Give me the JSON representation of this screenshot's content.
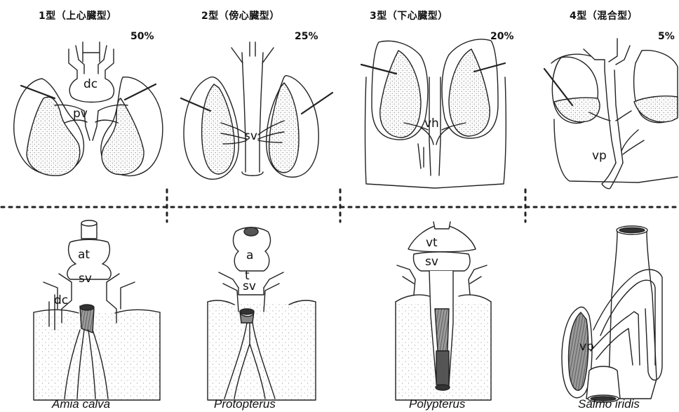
{
  "panels": [
    {
      "title": "1型（上心臓型）",
      "percent": "50%",
      "upper_labels": [
        "dc",
        "pv"
      ],
      "lower_labels": [
        "at",
        "sv",
        "dc"
      ],
      "species": "Amia calva"
    },
    {
      "title": "2型（傍心臓型）",
      "percent": "25%",
      "upper_labels": [
        "sv"
      ],
      "lower_labels": [
        "a",
        "t",
        "sv"
      ],
      "species": "Protopterus"
    },
    {
      "title": "3型（下心臓型）",
      "percent": "20%",
      "upper_labels": [
        "vh"
      ],
      "lower_labels": [
        "vt",
        "sv"
      ],
      "species": "Polypterus"
    },
    {
      "title": "4型（混合型）",
      "percent": "5%",
      "upper_labels": [
        "vp"
      ],
      "lower_labels": [
        "vp"
      ],
      "species": "Salmo iridis"
    }
  ]
}
